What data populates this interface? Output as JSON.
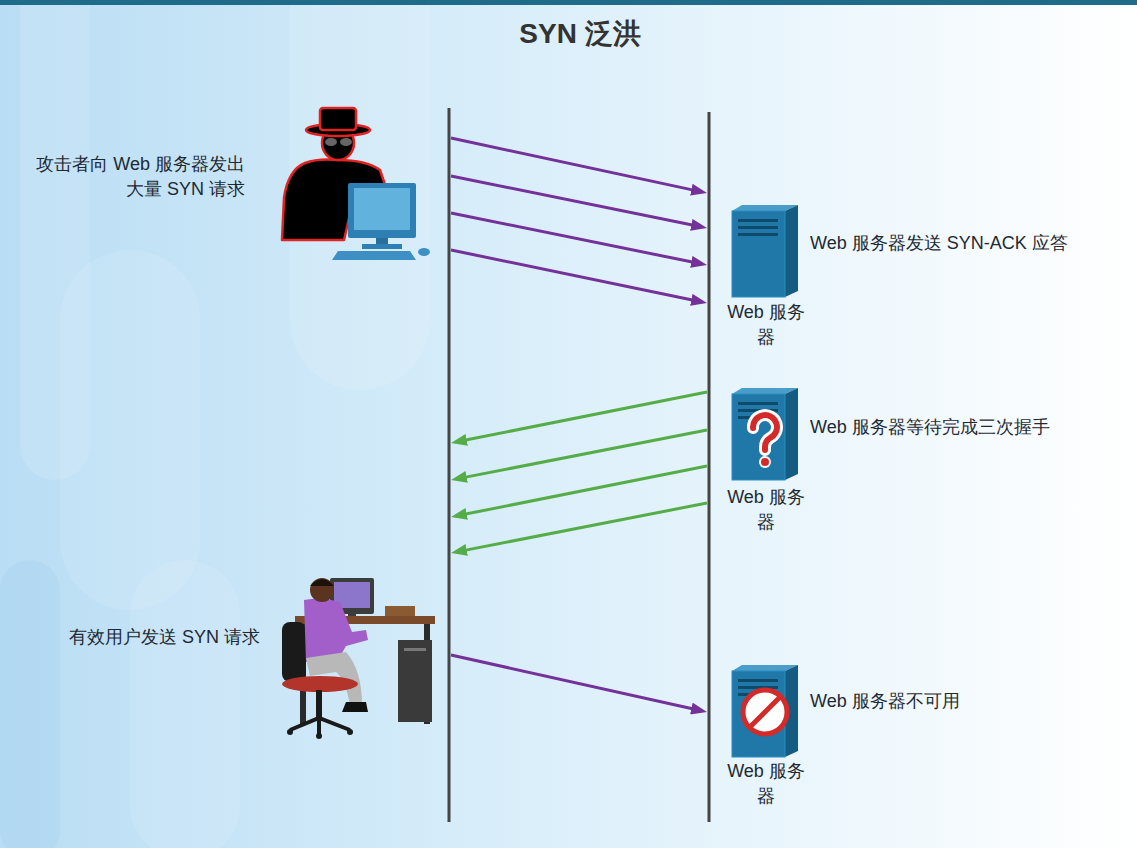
{
  "diagram": {
    "title": "SYN 泛洪",
    "nodes": [
      {
        "text": [
          "攻击者向 Web 服务器发出 大量 SYN 请求"
        ]
      },
      {
        "text": [
          "Web 服务器",
          "Web 服务器发送 SYN-ACK 应答"
        ]
      },
      {
        "text": [
          "Web 服务器",
          "Web 服务器等待完成三次握手"
        ]
      },
      {
        "text": [
          "有效用户发送 SYN 请求"
        ]
      },
      {
        "text": [
          "Web 服务器",
          "Web 服务器不可用"
        ]
      }
    ],
    "edges": [
      {
        "from": 0,
        "to": 1,
        "arrow": "to"
      },
      {
        "from": 0,
        "to": 1,
        "arrow": "to"
      },
      {
        "from": 0,
        "to": 1,
        "arrow": "to"
      },
      {
        "from": 0,
        "to": 1,
        "arrow": "to"
      },
      {
        "from": 2,
        "to": 0,
        "arrow": "to"
      },
      {
        "from": 2,
        "to": 0,
        "arrow": "to"
      },
      {
        "from": 2,
        "to": 0,
        "arrow": "to"
      },
      {
        "from": 2,
        "to": 0,
        "arrow": "to"
      },
      {
        "from": 3,
        "to": 4,
        "arrow": "to"
      }
    ]
  }
}
